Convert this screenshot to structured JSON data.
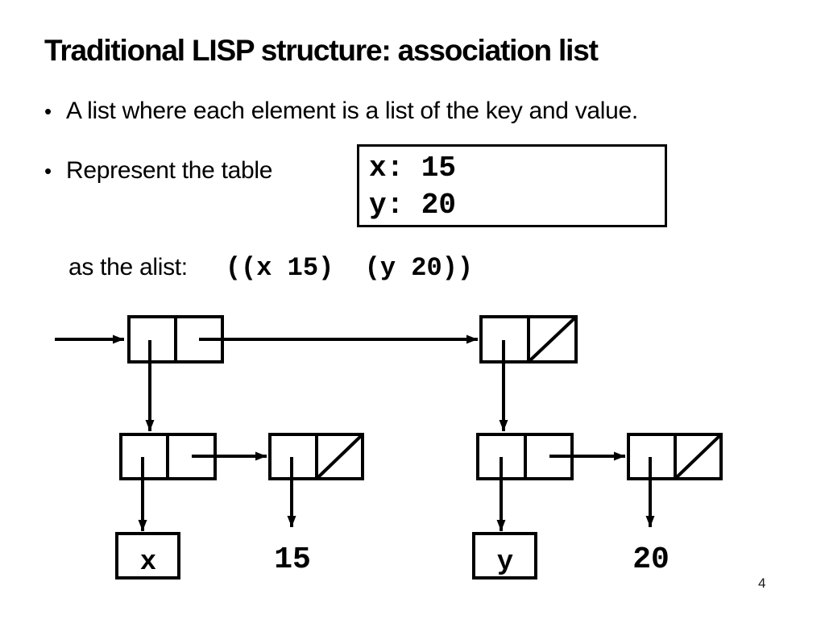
{
  "page": {
    "number": "4",
    "background_color": "#ffffff",
    "ink_color": "#000000"
  },
  "title": "Traditional LISP structure: association list",
  "bullets": {
    "bullet_char": "•",
    "item1": "A list where each element is a list of the key and value.",
    "item2": "Represent the table"
  },
  "table_box": {
    "line1": "x: 15",
    "line2": "y: 20"
  },
  "alist": {
    "label": "as the alist:",
    "code": "((x 15)  (y 20))"
  },
  "diagram": {
    "type": "box-and-pointer association list",
    "labels": {
      "sym1": "x",
      "val1": "15",
      "sym2": "y",
      "val2": "20"
    },
    "structure": "entry arrow -> cons1(car->cons(x, cons(15, nil)), cdr->cons2); cons2(car->cons(y, cons(20, nil)), cdr=nil)"
  }
}
